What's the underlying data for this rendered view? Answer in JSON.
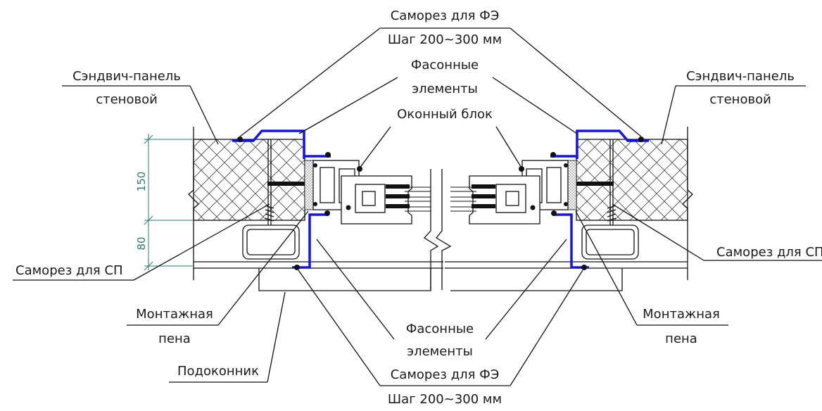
{
  "labels": {
    "screw_fe_top": "Саморез для ФЭ",
    "step_top": "Шаг 200~300 мм",
    "sandwich_left_1": "Сэндвич-панель",
    "sandwich_left_2": "стеновой",
    "shaped_top_1": "Фасонные",
    "shaped_top_2": "элементы",
    "window_block": "Оконный блок",
    "sandwich_right_1": "Сэндвич-панель",
    "sandwich_right_2": "стеновой",
    "screw_sp_left": "Саморез для СП",
    "screw_sp_right": "Саморез для СП",
    "foam_left_1": "Монтажная",
    "foam_left_2": "пена",
    "foam_right_1": "Монтажная",
    "foam_right_2": "пена",
    "shaped_bottom_1": "Фасонные",
    "shaped_bottom_2": "элементы",
    "sill": "Подоконник",
    "screw_fe_bottom": "Саморез для ФЭ",
    "step_bottom": "Шаг 200~300 мм"
  },
  "dimensions": {
    "panel_height": "150",
    "beam_height": "80"
  },
  "colors": {
    "flashing": "#1414e6",
    "dimension": "#2a7a72",
    "line": "#111111"
  }
}
